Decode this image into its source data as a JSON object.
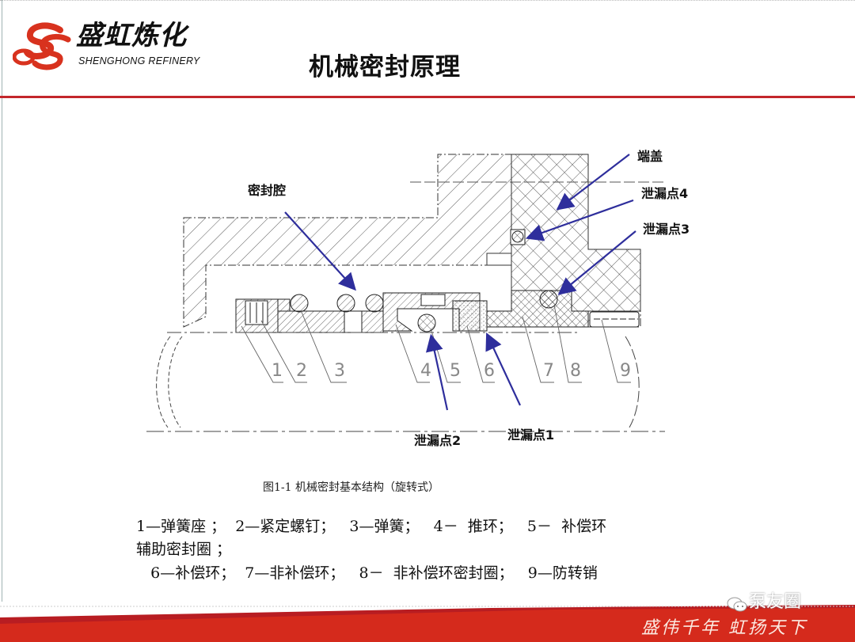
{
  "header": {
    "logo_cn": "盛虹炼化",
    "logo_en": "SHENGHONG REFINERY",
    "title": "机械密封原理"
  },
  "diagram": {
    "callouts": {
      "end_cover": "端盖",
      "leak4": "泄漏点4",
      "leak3": "泄漏点3",
      "seal_chamber": "密封腔",
      "leak2": "泄漏点2",
      "leak1": "泄漏点1"
    },
    "part_numbers": [
      "1",
      "2",
      "3",
      "4",
      "5",
      "6",
      "7",
      "8",
      "9"
    ],
    "caption": "图1-1   机械密封基本结构（旋转式）",
    "arrow_color": "#2e2e9c"
  },
  "legend": {
    "line1": "1—弹簧座 ；  2—紧定螺钉；   3—弹簧；   4－  推环；   5－  补偿环",
    "line2": "辅助密封圈 ；",
    "line3": "   6—补偿环；  7—非补偿环；   8－  非补偿环密封圈；   9—防转销"
  },
  "footer": {
    "slogan": "盛伟千年 虹扬天下",
    "watermark": "泵友圈",
    "brand_color": "#d52a1c"
  }
}
